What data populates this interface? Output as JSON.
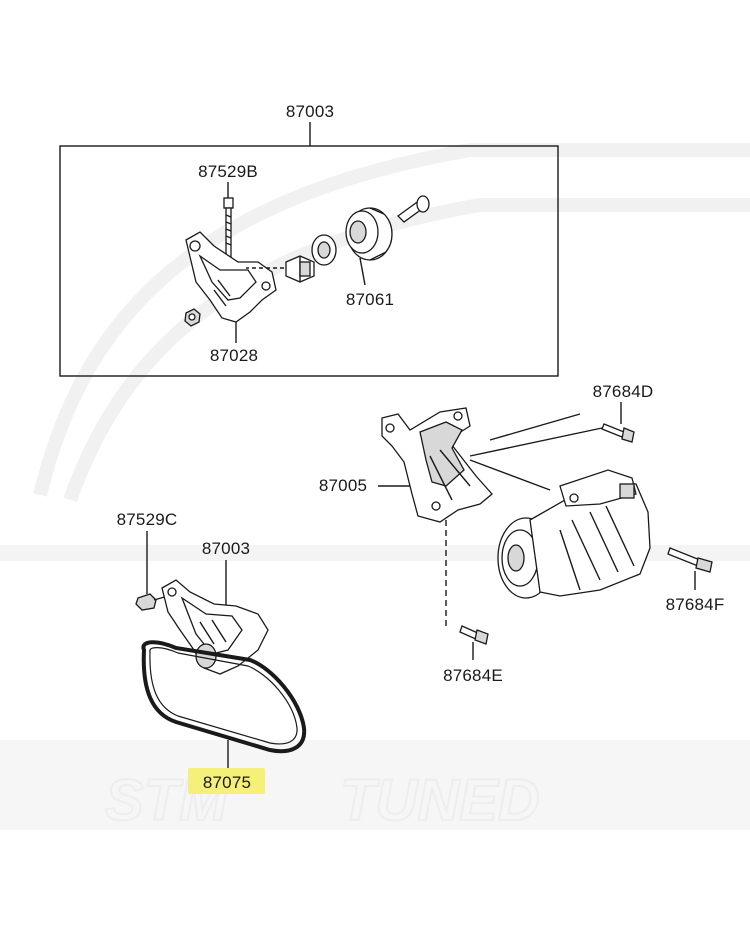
{
  "diagram": {
    "labels": {
      "assembly_top": "87003",
      "bolt_top": "87529B",
      "pulley": "87061",
      "bracket_top": "87028",
      "compressor_bracket": "87005",
      "bolt_d": "87684D",
      "bolt_c": "87529C",
      "assembly_mid": "87003",
      "bolt_f": "87684F",
      "bolt_e": "87684E",
      "belt": "87075"
    },
    "highlight_color": "#f5f07a"
  },
  "watermark": {
    "brand_left": "STM",
    "brand_right": "TUNED"
  }
}
